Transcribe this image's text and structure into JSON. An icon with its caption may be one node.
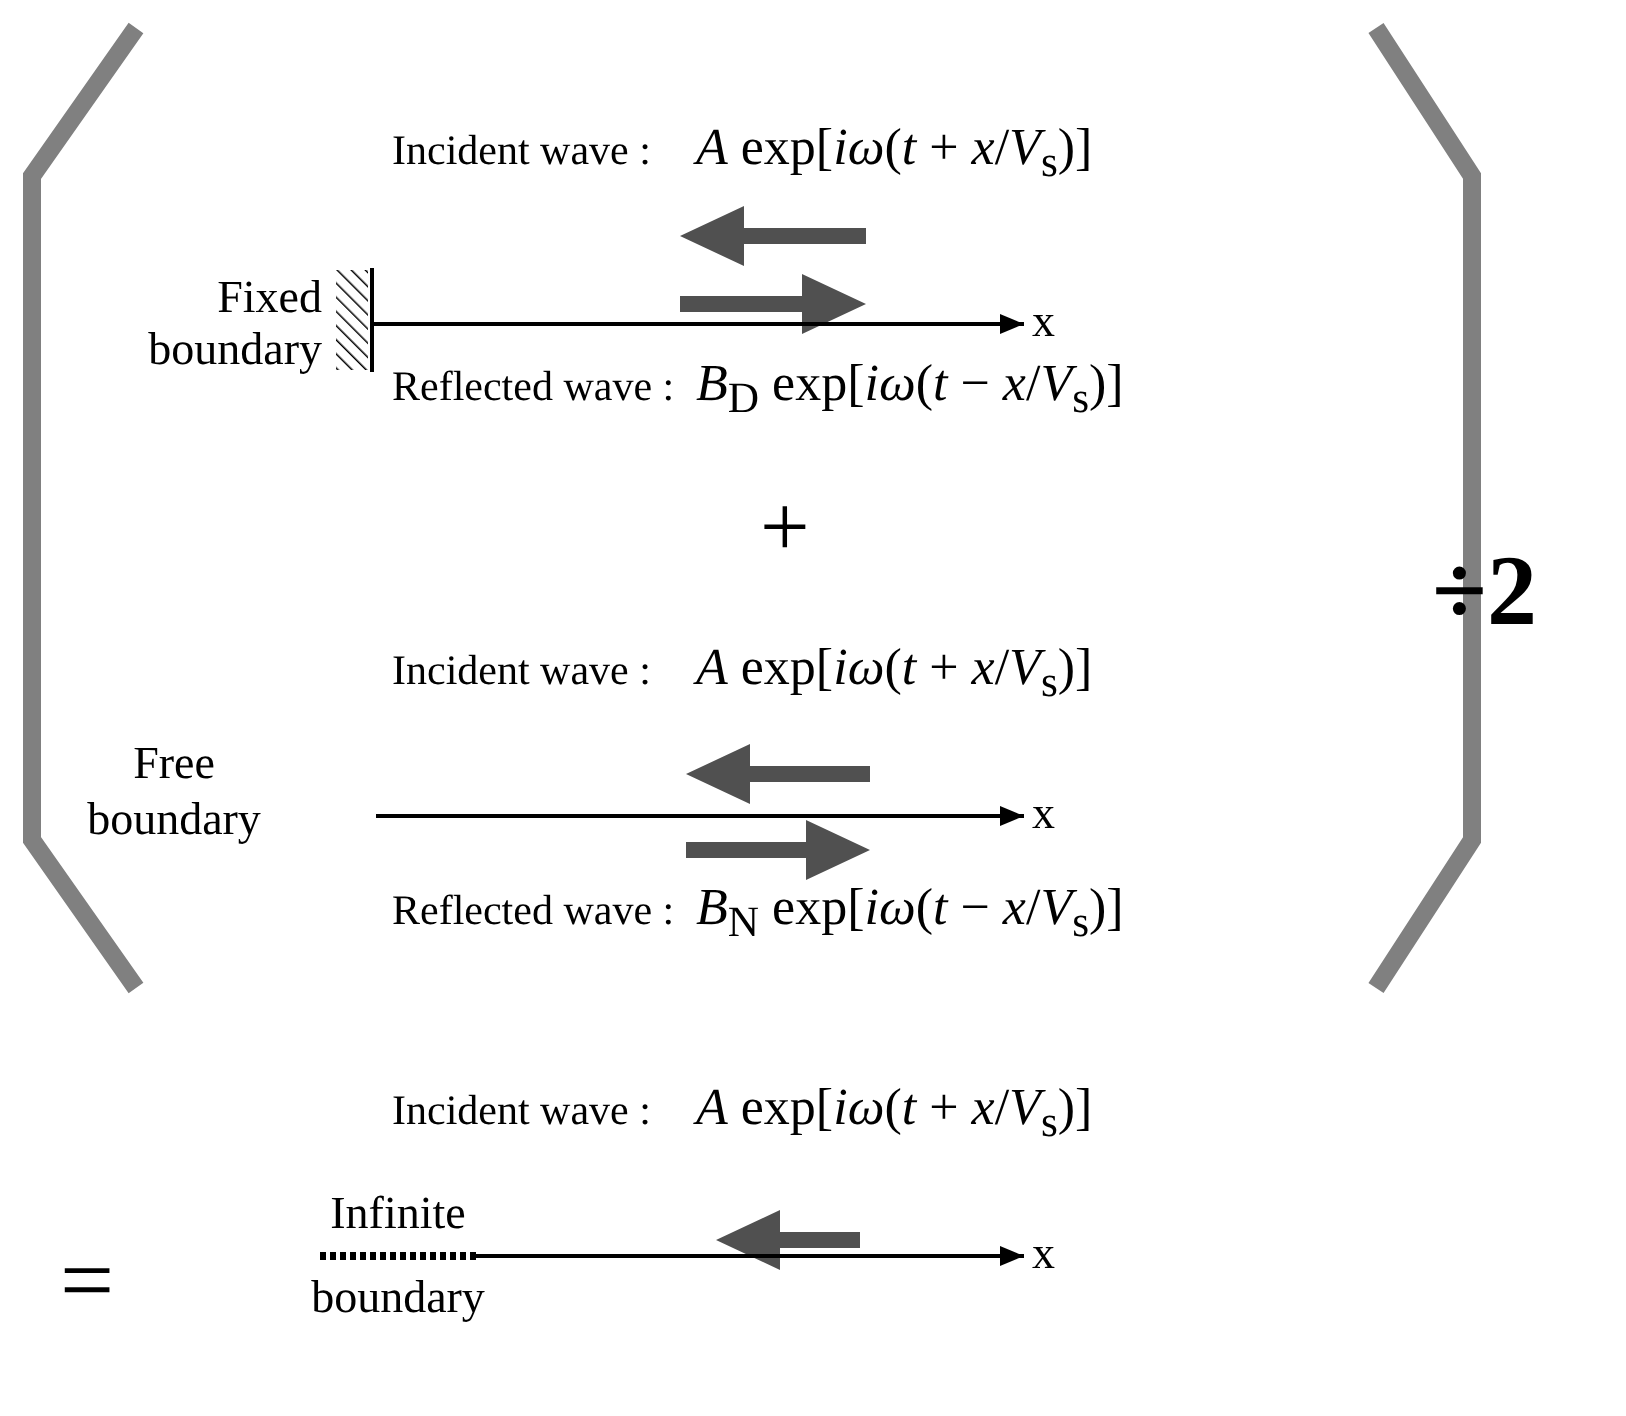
{
  "diagram": {
    "nodes": [
      {
        "text": [],
        "shape": "box",
        "beside": [
          "Fixed boundary"
        ]
      },
      {
        "text": [
          "x"
        ]
      },
      {
        "text": [
          "x"
        ]
      },
      {
        "text": [],
        "shape": "bar",
        "beside": [
          "Infinite",
          "boundary"
        ]
      },
      {
        "text": [
          "x"
        ]
      }
    ],
    "edges": [
      {
        "from": 0,
        "to": 1,
        "arrow": "to"
      },
      {
        "from": null,
        "to": 2,
        "arrow": "to"
      },
      {
        "from": 3,
        "to": 4,
        "arrow": "to"
      }
    ],
    "labels": [
      "Incident wave :",
      "*A* exp[*iω*(*t* + *x*/*V*$_{s}$)]",
      "Reflected wave :",
      "*B*$_{D}$ exp[*iω*(*t* − *x*/*V*$_{s}$)]",
      "+",
      "÷2",
      "Incident wave :",
      "*A* exp[*iω*(*t* + *x*/*V*$_{s}$)]",
      "Free boundary",
      "Reflected wave :",
      "*B*$_{N}$ exp[*iω*(*t* − *x*/*V*$_{s}$)]",
      "=",
      "Incident wave :",
      "*A* exp[*iω*(*t* + *x*/*V*$_{s}$)]"
    ]
  }
}
